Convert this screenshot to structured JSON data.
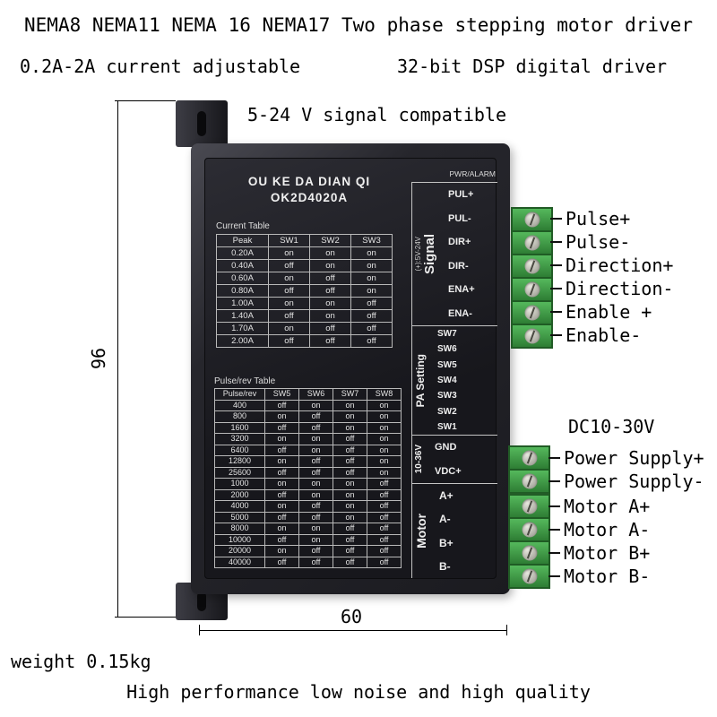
{
  "header": {
    "line1": "NEMA8 NEMA11 NEMA 16 NEMA17 Two phase stepping motor driver",
    "line2_left": "0.2A-2A current adjustable",
    "line2_right": "32-bit DSP digital driver",
    "line3": "5-24 V signal compatible"
  },
  "device": {
    "brand": "OU KE DA DIAN QI",
    "model": "OK2D4020A",
    "pwr_alarm": "PWR/ALARM",
    "current_table": {
      "title": "Current Table",
      "headers": [
        "Peak",
        "SW1",
        "SW2",
        "SW3"
      ],
      "rows": [
        [
          "0.20A",
          "on",
          "on",
          "on"
        ],
        [
          "0.40A",
          "off",
          "on",
          "on"
        ],
        [
          "0.60A",
          "on",
          "off",
          "on"
        ],
        [
          "0.80A",
          "off",
          "off",
          "on"
        ],
        [
          "1.00A",
          "on",
          "on",
          "off"
        ],
        [
          "1.40A",
          "off",
          "on",
          "off"
        ],
        [
          "1.70A",
          "on",
          "off",
          "off"
        ],
        [
          "2.00A",
          "off",
          "off",
          "off"
        ]
      ]
    },
    "pulse_table": {
      "title": "Pulse/rev Table",
      "headers": [
        "Pulse/rev",
        "SW5",
        "SW6",
        "SW7",
        "SW8"
      ],
      "rows": [
        [
          "400",
          "off",
          "on",
          "on",
          "on"
        ],
        [
          "800",
          "on",
          "off",
          "on",
          "on"
        ],
        [
          "1600",
          "off",
          "off",
          "on",
          "on"
        ],
        [
          "3200",
          "on",
          "on",
          "off",
          "on"
        ],
        [
          "6400",
          "off",
          "on",
          "off",
          "on"
        ],
        [
          "12800",
          "on",
          "off",
          "off",
          "on"
        ],
        [
          "25600",
          "off",
          "off",
          "off",
          "on"
        ],
        [
          "1000",
          "on",
          "on",
          "on",
          "off"
        ],
        [
          "2000",
          "off",
          "on",
          "on",
          "off"
        ],
        [
          "4000",
          "on",
          "off",
          "on",
          "off"
        ],
        [
          "5000",
          "off",
          "off",
          "on",
          "off"
        ],
        [
          "8000",
          "on",
          "on",
          "off",
          "off"
        ],
        [
          "10000",
          "off",
          "on",
          "off",
          "off"
        ],
        [
          "20000",
          "on",
          "off",
          "off",
          "off"
        ],
        [
          "40000",
          "off",
          "off",
          "off",
          "off"
        ]
      ]
    },
    "signal_section": {
      "vertical_label": "Signal",
      "sub_label": "(+):5V-24V",
      "pins": [
        "PUL+",
        "PUL-",
        "DIR+",
        "DIR-",
        "ENA+",
        "ENA-"
      ]
    },
    "pa_section": {
      "vertical_label": "PA Setting",
      "pins": [
        "SW7",
        "SW6",
        "SW5",
        "SW4",
        "SW3",
        "SW2",
        "SW1"
      ]
    },
    "power_section": {
      "vertical_label": "10-36V",
      "pins": [
        "GND",
        "VDC+"
      ]
    },
    "motor_section": {
      "vertical_label": "Motor",
      "pins": [
        "A+",
        "A-",
        "B+",
        "B-"
      ]
    }
  },
  "annotations": {
    "signal": [
      "Pulse+",
      "Pulse-",
      "Direction+",
      "Direction-",
      "Enable +",
      "Enable-"
    ],
    "power_title": "DC10-30V",
    "power": [
      "Power Supply+",
      "Power Supply-"
    ],
    "motor": [
      "Motor A+",
      "Motor A-",
      "Motor B+",
      "Motor B-"
    ]
  },
  "dimensions": {
    "height": "96",
    "width": "60"
  },
  "footer": {
    "weight": "weight 0.15kg",
    "tagline": "High performance low noise and high quality"
  },
  "colors": {
    "terminal_green": "#3f9e46",
    "panel_black": "#1a1a1f",
    "text_black": "#000000"
  }
}
